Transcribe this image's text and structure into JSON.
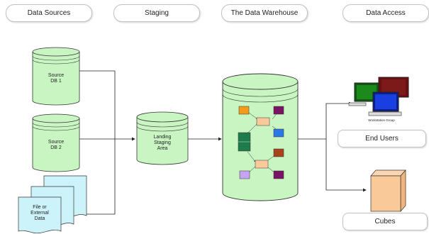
{
  "headers": {
    "data_sources": "Data Sources",
    "staging": "Staging",
    "data_warehouse": "The Data Warehouse",
    "data_access": "Data Access"
  },
  "nodes": {
    "source_db1": "Source\nDB 1",
    "source_db2": "Source\nDB 2",
    "file_external": "File or\nExternal\nData",
    "landing_staging": "Landing\nStaging\nArea",
    "workstation_group": "Workstation Group",
    "end_users": "End Users",
    "cubes": "Cubes"
  },
  "colors": {
    "cylinder_fill": "#c9f5c3",
    "cylinder_stroke": "#333333",
    "page_fill": "#cdf3fa",
    "cube_fill": "#f9c99a",
    "connector": "#222222"
  }
}
